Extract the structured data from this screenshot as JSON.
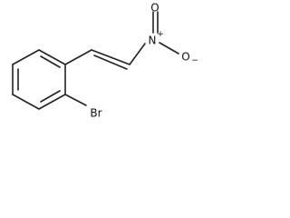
{
  "molecule": {
    "atoms": {
      "nitrogen": "N",
      "nitrogen_charge": "+",
      "oxygen_top": "O",
      "oxygen_right": "O",
      "oxygen_right_charge": "−",
      "bromine": "Br"
    }
  }
}
